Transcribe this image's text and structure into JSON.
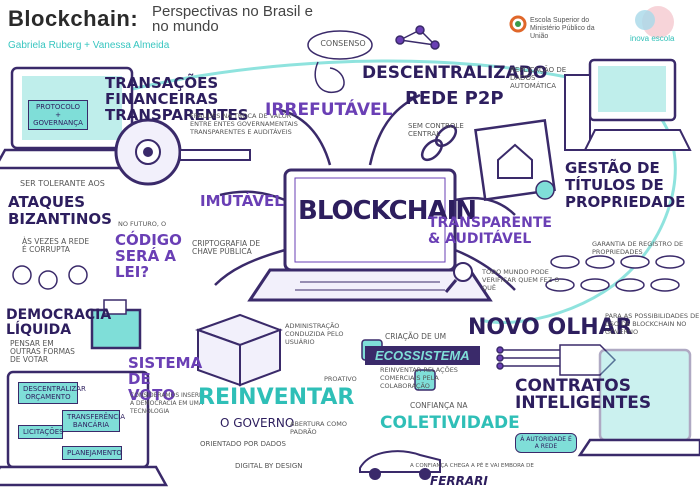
{
  "header": {
    "title": "Blockchain:",
    "subtitle": "Perspectivas no Brasil e no mundo",
    "authors": "Gabriela Ruberg + Vanessa Almeida",
    "logo_esmpu": "Escola Superior do Ministério Público da União",
    "logo_inova": "inova escola"
  },
  "center": {
    "word": "BLOCKCHAIN"
  },
  "topics": {
    "transacoes": "TRANSAÇÕES FINANCEIRAS TRANSPARENTES",
    "transacoes_note": "FRAUDES NA TROCA DE VALOR ENTRE ENTES GOVERNAMENTAIS TRANSPARENTES E AUDITÁVEIS",
    "protocolo": "PROTOCOLO + GOVERNANÇA",
    "consenso": "CONSENSO",
    "irrefutavel": "IRREFUTÁVEL",
    "descentralizado": "DESCENTRALIZADO",
    "rede_p2p": "REDE P2P",
    "sem_controle": "SEM CONTROLE CENTRAL",
    "replicacao": "REPLICAÇÃO DE DADOS AUTOMÁTICA",
    "gestao": "GESTÃO DE TÍTULOS DE PROPRIEDADE",
    "gestao_note": "GARANTIA DE REGISTRO DE PROPRIEDADES",
    "tolerante": "SER TOLERANTE AOS",
    "ataques": "ATAQUES BIZANTINOS",
    "ataques_note": "ÀS VEZES A REDE É CORRUPTA",
    "imutavel": "IMUTÁVEL",
    "criptografia": "CRIPTOGRAFIA DE CHAVE PÚBLICA",
    "no_futuro": "NO FUTURO, O",
    "codigo": "CÓDIGO SERÁ A LEI?",
    "transparente": "TRANSPARENTE & AUDITÁVEL",
    "todo_mundo": "TODO MUNDO PODE VERIFICAR QUEM FEZ O QUÊ",
    "democracia": "DEMOCRACIA LÍQUIDA",
    "democracia_note": "PENSAR EM OUTRAS FORMAS DE VOTAR",
    "novo_olhar": "NOVO OLHAR",
    "novo_olhar_note": "PARA AS POSSIBILIDADES DE USO DE BLOCKCHAIN NO GOVERNO",
    "sistema_voto": "SISTEMA DE VOTO",
    "voto_note": "CONSIDERAMOS INSERIR A DEMOCRACIA EM UMA TECNOLOGIA",
    "administracao": "ADMINISTRAÇÃO CONDUZIDA PELO USUÁRIO",
    "proativo": "PROATIVO",
    "criacao": "CRIAÇÃO DE UM",
    "ecossistema": "ECOSSISTEMA",
    "reinventar_rel": "REINVENTAR RELAÇÕES COMERCIAIS PELA COLABORAÇÃO",
    "confianca": "CONFIANÇA NA",
    "coletividade": "COLETIVIDADE",
    "contratos": "CONTRATOS INTELIGENTES",
    "autoridade": "À AUTORIDADE É A REDE",
    "reinventar": "REINVENTAR",
    "o_governo": "O GOVERNO",
    "orientado": "ORIENTADO POR DADOS",
    "abertura": "ABERTURA COMO PADRÃO",
    "digital": "DIGITAL BY DESIGN",
    "ferrari_note": "A CONFIANÇA CHEGA A PÉ E VAI EMBORA DE",
    "ferrari": "FERRARI"
  },
  "boxes": {
    "descentralizar": "DESCENTRALIZAR ORÇAMENTO",
    "transferencia": "TRANSFERÊNCIA BANCÁRIA",
    "licitacoes": "LICITAÇÕES",
    "planejamento": "PLANEJAMENTO"
  },
  "colors": {
    "purple": "#6a3fb5",
    "dark": "#2d1e5e",
    "teal": "#7fded8"
  }
}
